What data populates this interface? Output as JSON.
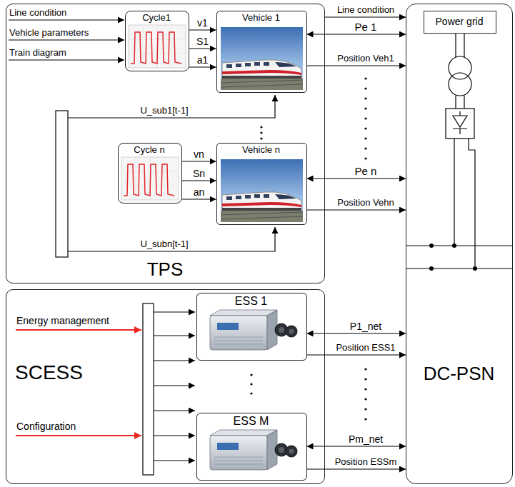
{
  "diagram": {
    "nodes": [
      {
        "text": [
          "TPS"
        ]
      },
      {
        "text": [
          "Cycle1"
        ],
        "in": 0
      },
      {
        "text": [
          "Vehicle 1"
        ],
        "in": 0
      },
      {
        "text": [
          "Cycle n"
        ],
        "in": 0
      },
      {
        "text": [
          "Vehicle n"
        ],
        "in": 0
      },
      {
        "text": [
          "DC-PSN"
        ]
      },
      {
        "text": [
          "Power grid"
        ],
        "in": 5
      },
      {
        "text": [
          "SCESS"
        ]
      },
      {
        "text": [
          "ESS 1"
        ],
        "in": 7
      },
      {
        "text": [
          "ESS M"
        ],
        "in": 7
      }
    ],
    "edges": [
      {
        "from": 1,
        "to": 2,
        "label": "v1",
        "arrow": "to"
      },
      {
        "from": 1,
        "to": 2,
        "label": "S1",
        "arrow": "to"
      },
      {
        "from": 1,
        "to": 2,
        "label": "a1",
        "arrow": "to"
      },
      {
        "from": 3,
        "to": 4,
        "label": "vn",
        "arrow": "to"
      },
      {
        "from": 3,
        "to": 4,
        "label": "Sn",
        "arrow": "to"
      },
      {
        "from": 3,
        "to": 4,
        "label": "an",
        "arrow": "to"
      },
      {
        "from": 0,
        "to": 5,
        "label": "Line condition",
        "arrow": "to"
      },
      {
        "from": 2,
        "to": 5,
        "label": "Pe 1",
        "arrow": "both"
      },
      {
        "from": 2,
        "to": 5,
        "label": "Position Veh1",
        "arrow": "to"
      },
      {
        "from": 4,
        "to": 5,
        "label": "Pe n",
        "arrow": "both"
      },
      {
        "from": 4,
        "to": 5,
        "label": "Position Vehn",
        "arrow": "to"
      },
      {
        "from": 8,
        "to": 5,
        "label": "P1_net",
        "arrow": "both"
      },
      {
        "from": 8,
        "to": 5,
        "label": "Position ESS1",
        "arrow": "to"
      },
      {
        "from": 9,
        "to": 5,
        "label": "Pm_net",
        "arrow": "both"
      },
      {
        "from": 9,
        "to": 5,
        "label": "Position ESSm",
        "arrow": "to"
      }
    ],
    "labels": [
      "Line condition",
      "Vehicle parameters",
      "Train diagram",
      "U_sub1[t-1]",
      "U_subn[t-1]",
      "Energy management",
      "Configuration"
    ]
  }
}
